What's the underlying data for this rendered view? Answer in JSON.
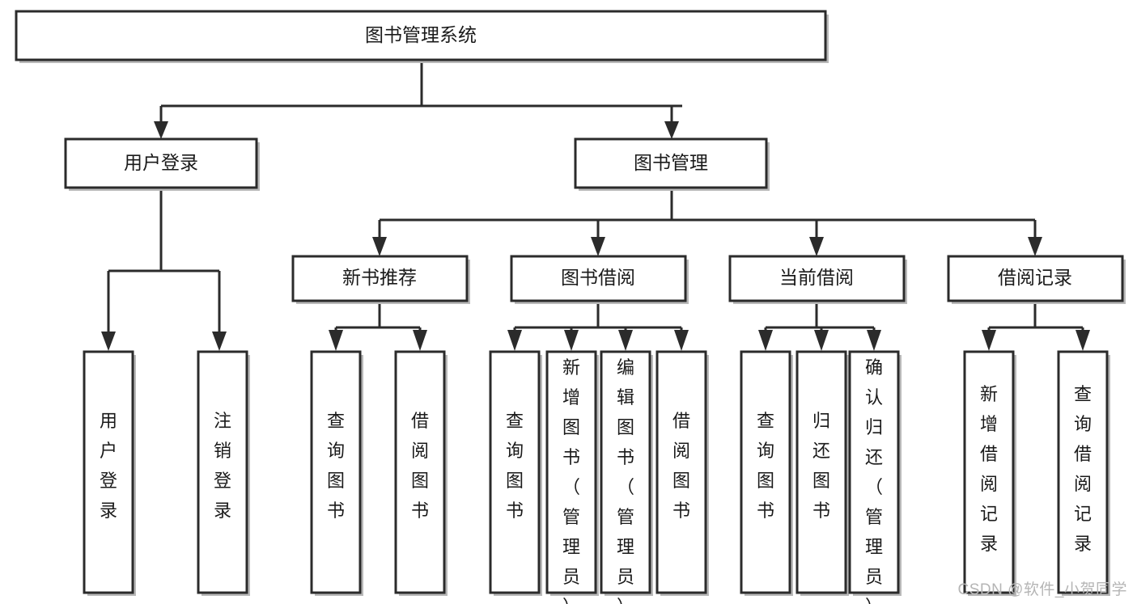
{
  "diagram": {
    "title": "图书管理系统",
    "type": "tree-hierarchy",
    "watermark": "CSDN @软件_小贺同学",
    "colors": {
      "box_stroke": "#2b2b2b",
      "box_fill": "#ffffff",
      "text": "#1a1a1a",
      "shadow": "#b9b9b9",
      "watermark": "#b5b5b5",
      "background": "#ffffff"
    },
    "root": {
      "id": "root",
      "label": "图书管理系统"
    },
    "level2": [
      {
        "id": "user-login",
        "label": "用户登录"
      },
      {
        "id": "book-manage",
        "label": "图书管理"
      }
    ],
    "level3": [
      {
        "id": "new-book-recommend",
        "label": "新书推荐"
      },
      {
        "id": "book-borrow",
        "label": "图书借阅"
      },
      {
        "id": "current-borrow",
        "label": "当前借阅"
      },
      {
        "id": "borrow-record",
        "label": "借阅记录"
      }
    ],
    "leaves": {
      "user-login": [
        {
          "id": "leaf-user-login",
          "label": "用户登录"
        },
        {
          "id": "leaf-logout-login",
          "label": "注销登录"
        }
      ],
      "new-book-recommend": [
        {
          "id": "leaf-query-book-1",
          "label": "查询图书"
        },
        {
          "id": "leaf-borrow-book-1",
          "label": "借阅图书"
        }
      ],
      "book-borrow": [
        {
          "id": "leaf-query-book-2",
          "label": "查询图书"
        },
        {
          "id": "leaf-add-book-admin",
          "label": "新增图书（管理员）"
        },
        {
          "id": "leaf-edit-book-admin",
          "label": "编辑图书（管理员）"
        },
        {
          "id": "leaf-borrow-book-2",
          "label": "借阅图书"
        }
      ],
      "current-borrow": [
        {
          "id": "leaf-query-book-3",
          "label": "查询图书"
        },
        {
          "id": "leaf-return-book",
          "label": "归还图书"
        },
        {
          "id": "leaf-confirm-return-admin",
          "label": "确认归还（管理员）"
        }
      ],
      "borrow-record": [
        {
          "id": "leaf-add-borrow-record",
          "label": "新增借阅记录"
        },
        {
          "id": "leaf-query-borrow-record",
          "label": "查询借阅记录"
        }
      ]
    }
  }
}
